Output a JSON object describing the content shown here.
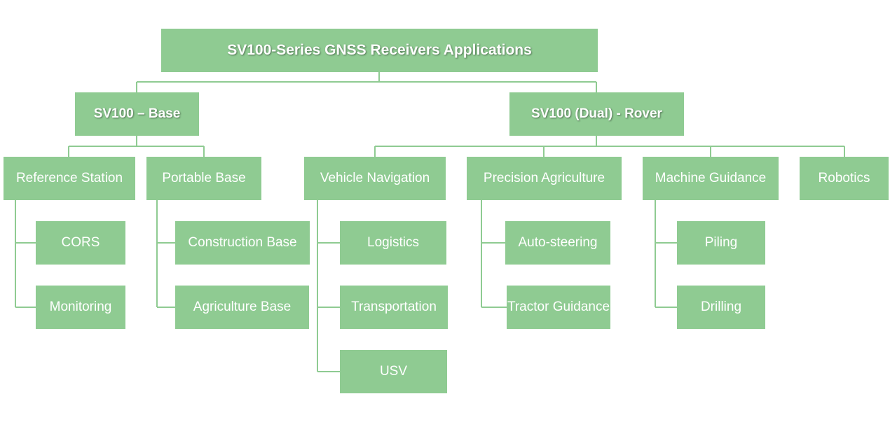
{
  "colors": {
    "node_fill": "#8fcb92",
    "connector": "#8fcb92",
    "text": "#ffffff",
    "background": "#ffffff"
  },
  "root": {
    "label": "SV100-Series GNSS Receivers Applications"
  },
  "base": {
    "label": "SV100 – Base",
    "children": [
      {
        "label": "Reference Station",
        "items": [
          "CORS",
          "Monitoring"
        ]
      },
      {
        "label": "Portable Base",
        "items": [
          "Construction Base",
          "Agriculture Base"
        ]
      }
    ]
  },
  "rover": {
    "label": "SV100 (Dual) - Rover",
    "children": [
      {
        "label": "Vehicle Navigation",
        "items": [
          "Logistics",
          "Transportation",
          "USV"
        ]
      },
      {
        "label": "Precision Agriculture",
        "items": [
          "Auto-steering",
          "Tractor Guidance"
        ]
      },
      {
        "label": "Machine Guidance",
        "items": [
          "Piling",
          "Drilling"
        ]
      },
      {
        "label": "Robotics",
        "items": []
      }
    ]
  }
}
